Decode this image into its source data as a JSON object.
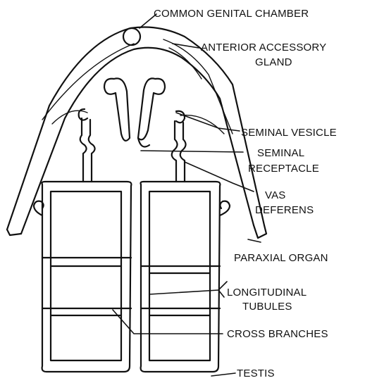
{
  "diagram": {
    "labels": {
      "common_genital_chamber": "COMMON GENITAL CHAMBER",
      "anterior_accessory_gland_1": "ANTERIOR ACCESSORY",
      "anterior_accessory_gland_2": "GLAND",
      "seminal_vesicle": "SEMINAL VESICLE",
      "seminal_receptacle_1": "SEMINAL",
      "seminal_receptacle_2": "RECEPTACLE",
      "vas_deferens_1": "VAS",
      "vas_deferens_2": "DEFERENS",
      "paraxial_organ": "PARAXIAL  ORGAN",
      "longitudinal_tubules_1": "LONGITUDINAL",
      "longitudinal_tubules_2": "TUBULES",
      "cross_branches": "CROSS BRANCHES",
      "testis": "TESTIS"
    }
  }
}
